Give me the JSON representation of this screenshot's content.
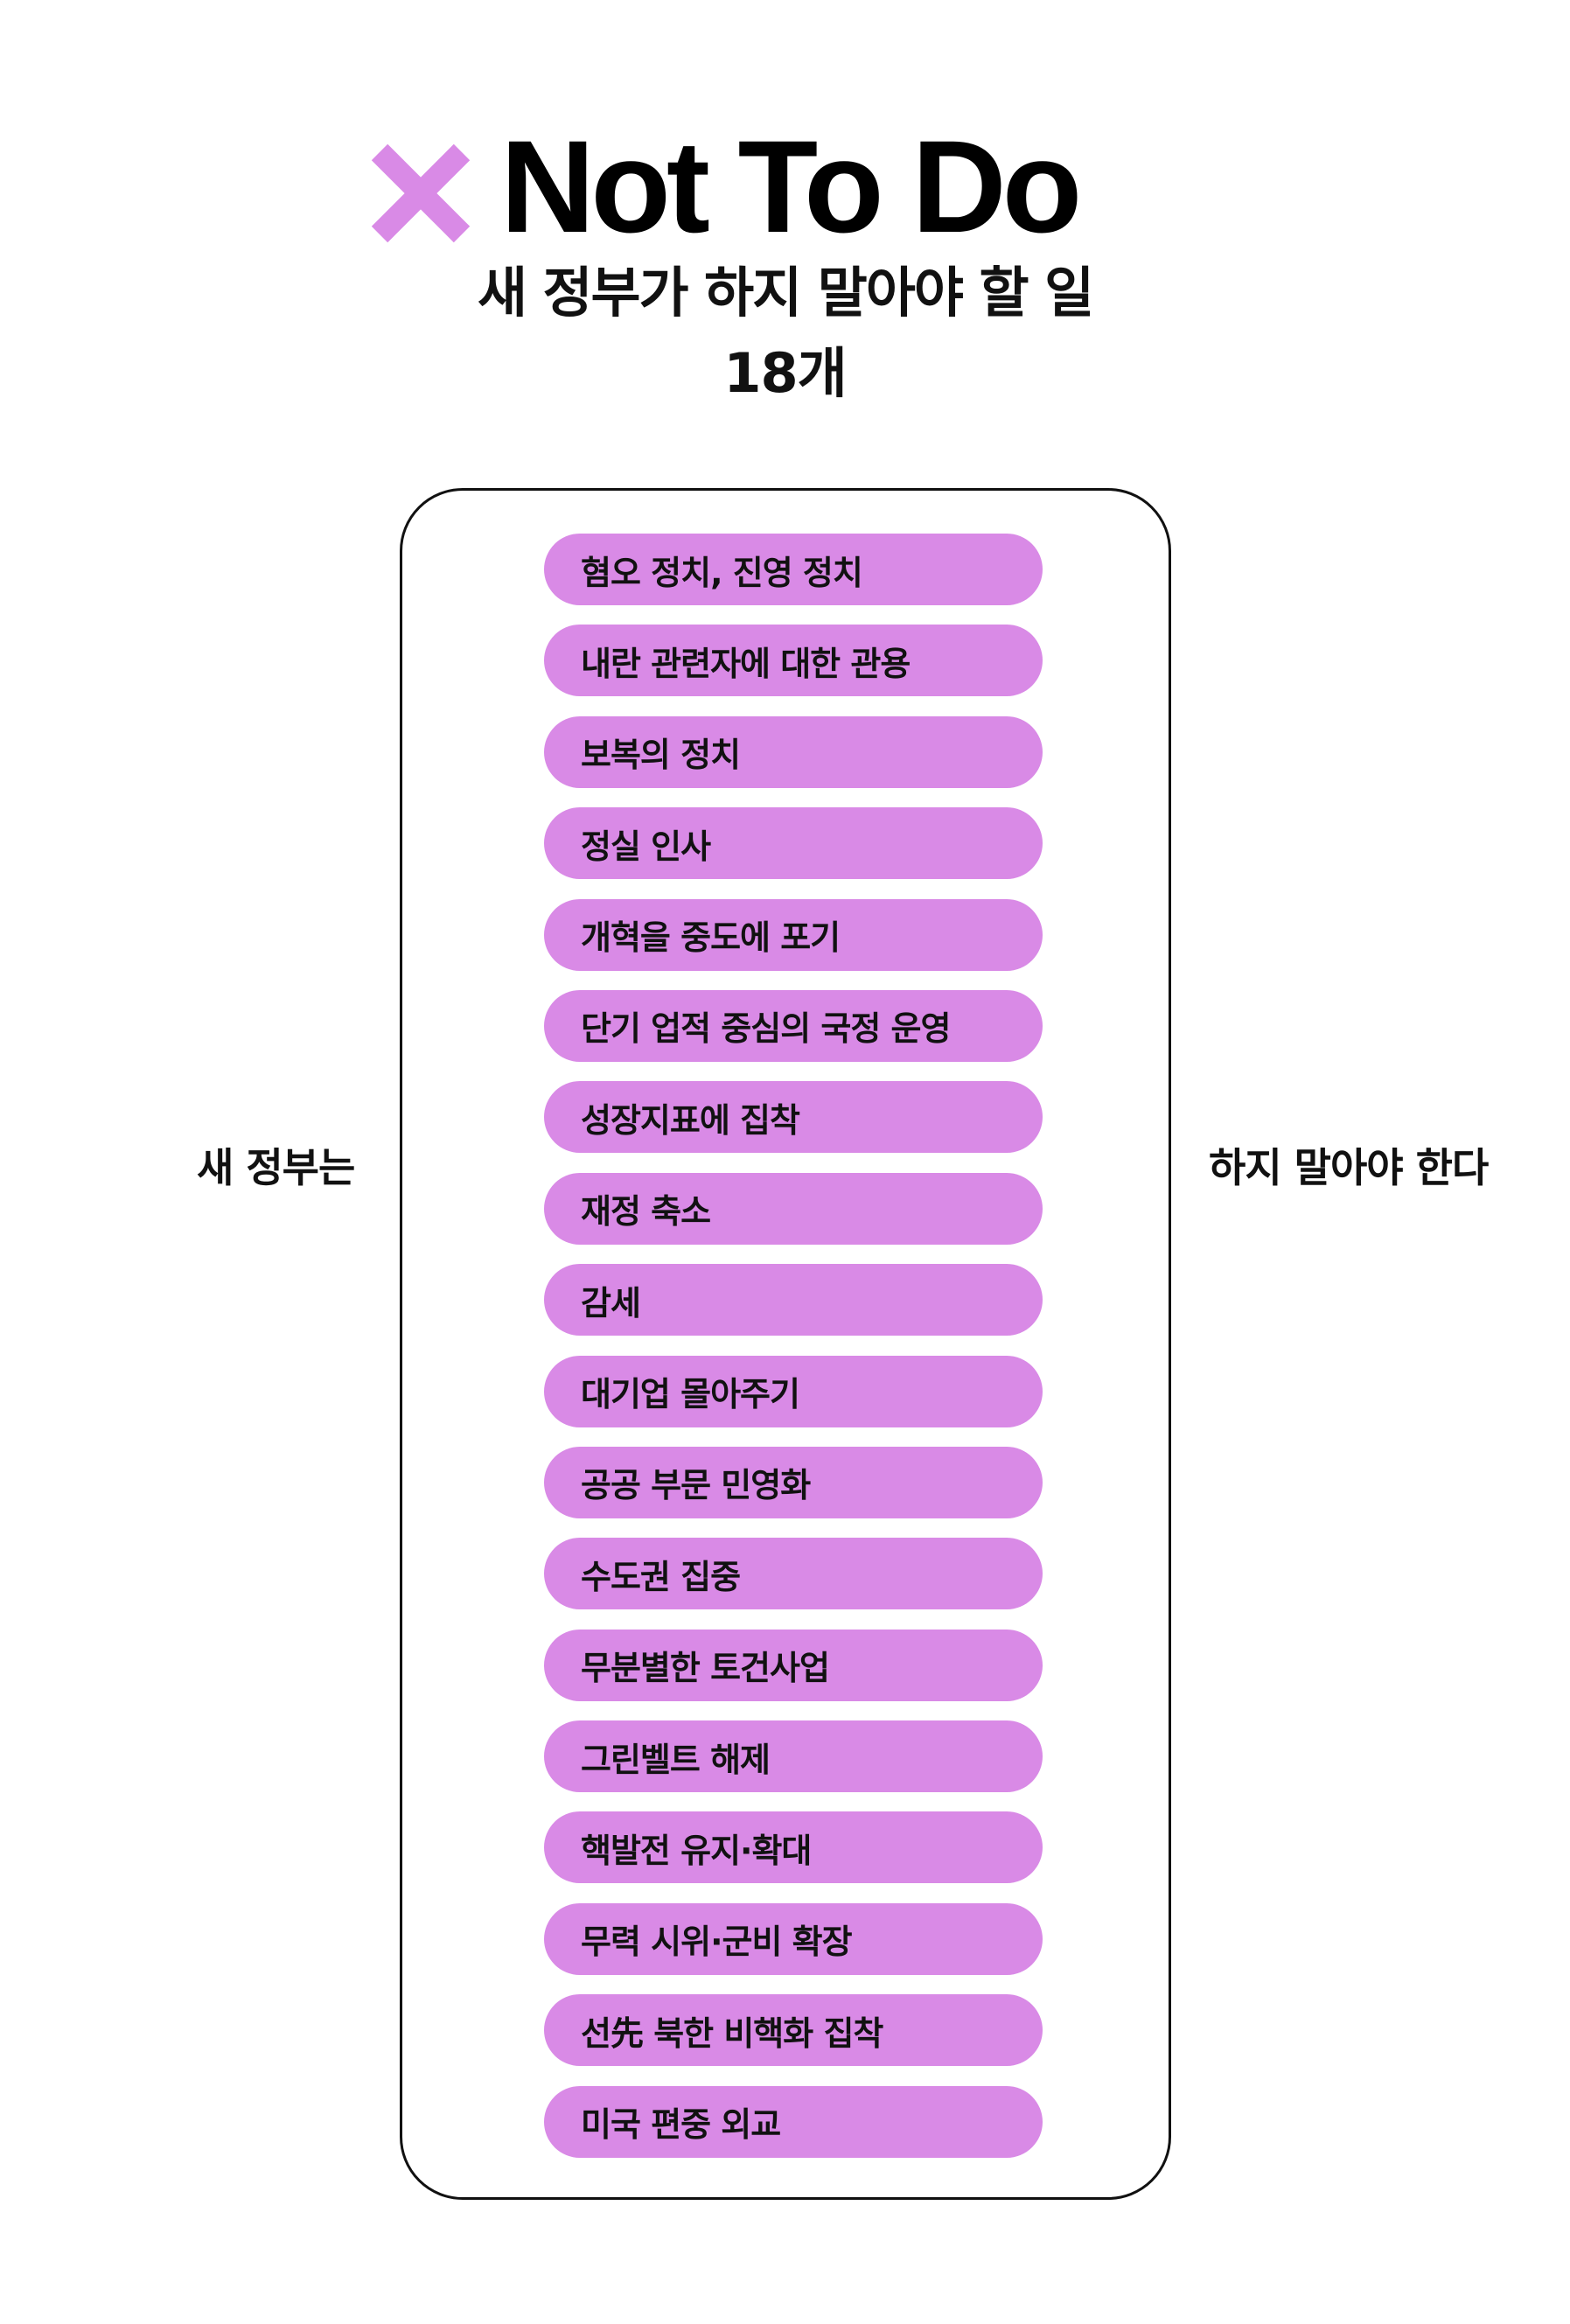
{
  "header": {
    "icon": "close-x-icon",
    "icon_color": "#d98ae6",
    "title": "Not To Do",
    "subtitle": "새 정부가 하지 말아야 할 일",
    "count": "18개"
  },
  "side": {
    "left": "새 정부는",
    "right": "하지 말아야 한다"
  },
  "list": {
    "pill_color": "#d98ae6",
    "items": [
      "혐오 정치, 진영 정치",
      "내란 관련자에 대한 관용",
      "보복의 정치",
      "정실 인사",
      "개혁을 중도에 포기",
      "단기 업적 중심의 국정 운영",
      "성장지표에 집착",
      "재정 축소",
      "감세",
      "대기업 몰아주기",
      "공공 부문 민영화",
      "수도권 집중",
      "무분별한 토건사업",
      "그린벨트 해제",
      "핵발전 유지·확대",
      "무력 시위·군비 확장",
      "선先 북한 비핵화 집착",
      "미국 편중 외교"
    ]
  }
}
